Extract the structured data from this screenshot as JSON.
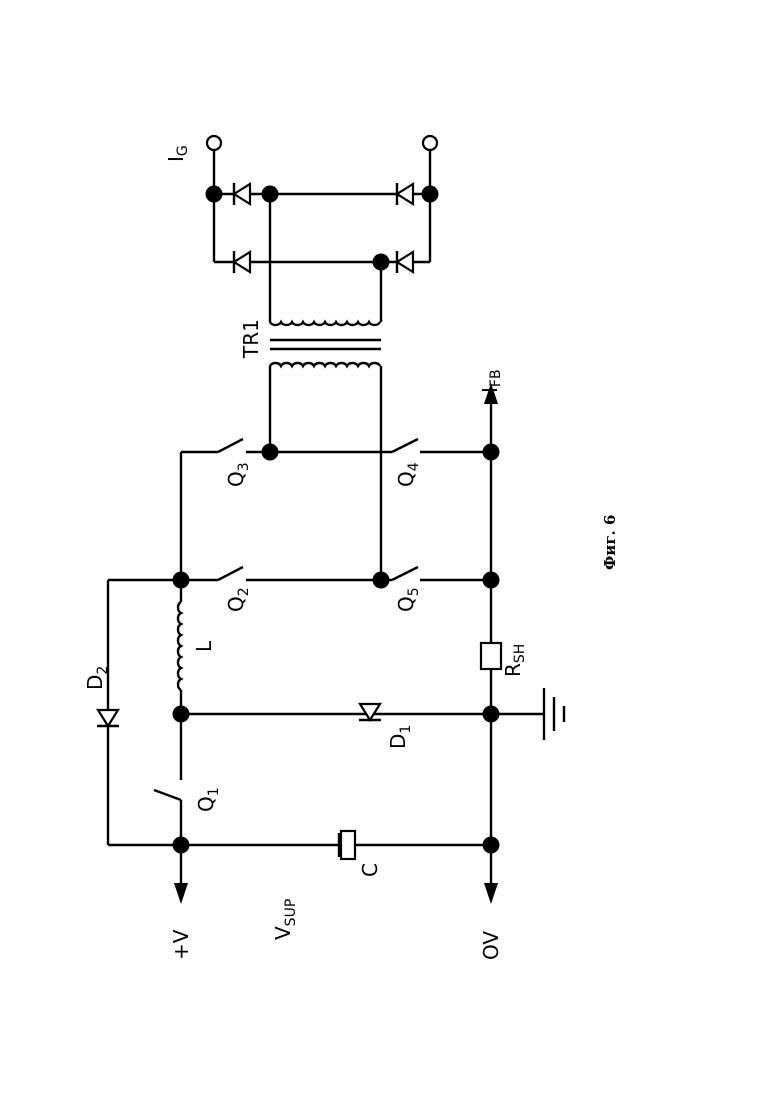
{
  "figure": {
    "caption": "Фиг. 6"
  },
  "labels": {
    "plus_v": "+V",
    "zero_v": "OV",
    "vsup_main": "V",
    "vsup_sub": "SUP",
    "q1_main": "Q",
    "q1_sub": "1",
    "q2_main": "Q",
    "q2_sub": "2",
    "q3_main": "Q",
    "q3_sub": "3",
    "q4_main": "Q",
    "q4_sub": "4",
    "q5_main": "Q",
    "q5_sub": "5",
    "d1_main": "D",
    "d1_sub": "1",
    "d2_main": "D",
    "d2_sub": "2",
    "l": "L",
    "c": "C",
    "tr1": "TR1",
    "rsh_main": "R",
    "rsh_sub": "SH",
    "ifb_main": "I",
    "ifb_sub": "FB",
    "ig_main": "I",
    "ig_sub": "G"
  }
}
